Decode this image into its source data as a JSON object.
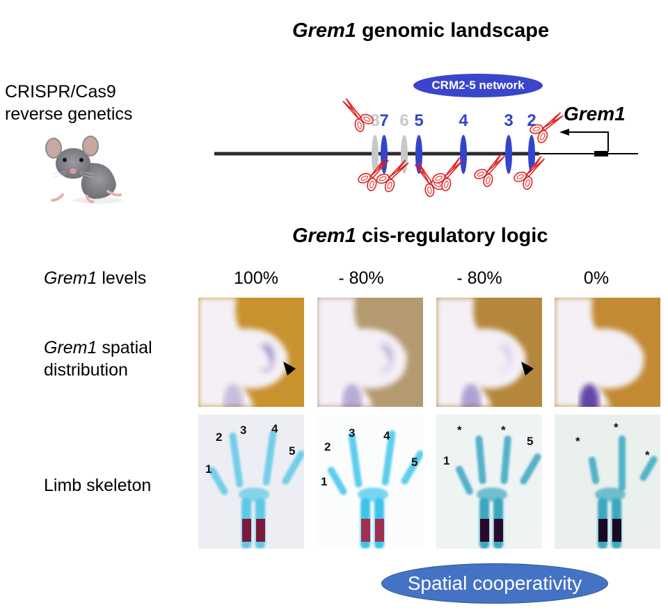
{
  "section1": {
    "title_italic": "Grem1",
    "title_rest": " genomic landscape",
    "left_label_line1": "CRISPR/Cas9",
    "left_label_line2": "reverse genetics",
    "mouse_icon": "mouse-photo",
    "network_badge": "CRM2-5 network",
    "gene_label": "Grem1",
    "crm_elements": [
      {
        "label": "8",
        "active": false
      },
      {
        "label": "7",
        "active": true
      },
      {
        "label": "6",
        "active": false
      },
      {
        "label": "5",
        "active": true
      },
      {
        "label": "4",
        "active": true
      },
      {
        "label": "3",
        "active": true
      },
      {
        "label": "2",
        "active": true
      }
    ],
    "colors": {
      "active": "#3344cc",
      "inactive": "#c8c8c8",
      "scissors": "#e02020",
      "badge": "#3a45cc"
    }
  },
  "section2": {
    "title_italic": "Grem1",
    "title_rest": " cis-regulatory logic",
    "row_levels_italic": "Grem1",
    "row_levels_rest": " levels",
    "row_spatial_italic": "Grem1",
    "row_spatial_rest": " spatial",
    "row_spatial_line2": "distribution",
    "row_skeleton": "Limb skeleton",
    "levels": [
      "100%",
      "- 80%",
      "- 80%",
      "0%"
    ],
    "skeleton_panels": [
      {
        "marks": [
          "1",
          "2",
          "3",
          "4",
          "5"
        ]
      },
      {
        "marks": [
          "1",
          "2",
          "3",
          "4",
          "5"
        ]
      },
      {
        "marks": [
          "1",
          "*",
          "*",
          "5"
        ]
      },
      {
        "marks": [
          "*",
          "*",
          "*"
        ]
      }
    ],
    "footer_badge": "Spatial cooperativity",
    "footer_color": "#4472c4"
  }
}
